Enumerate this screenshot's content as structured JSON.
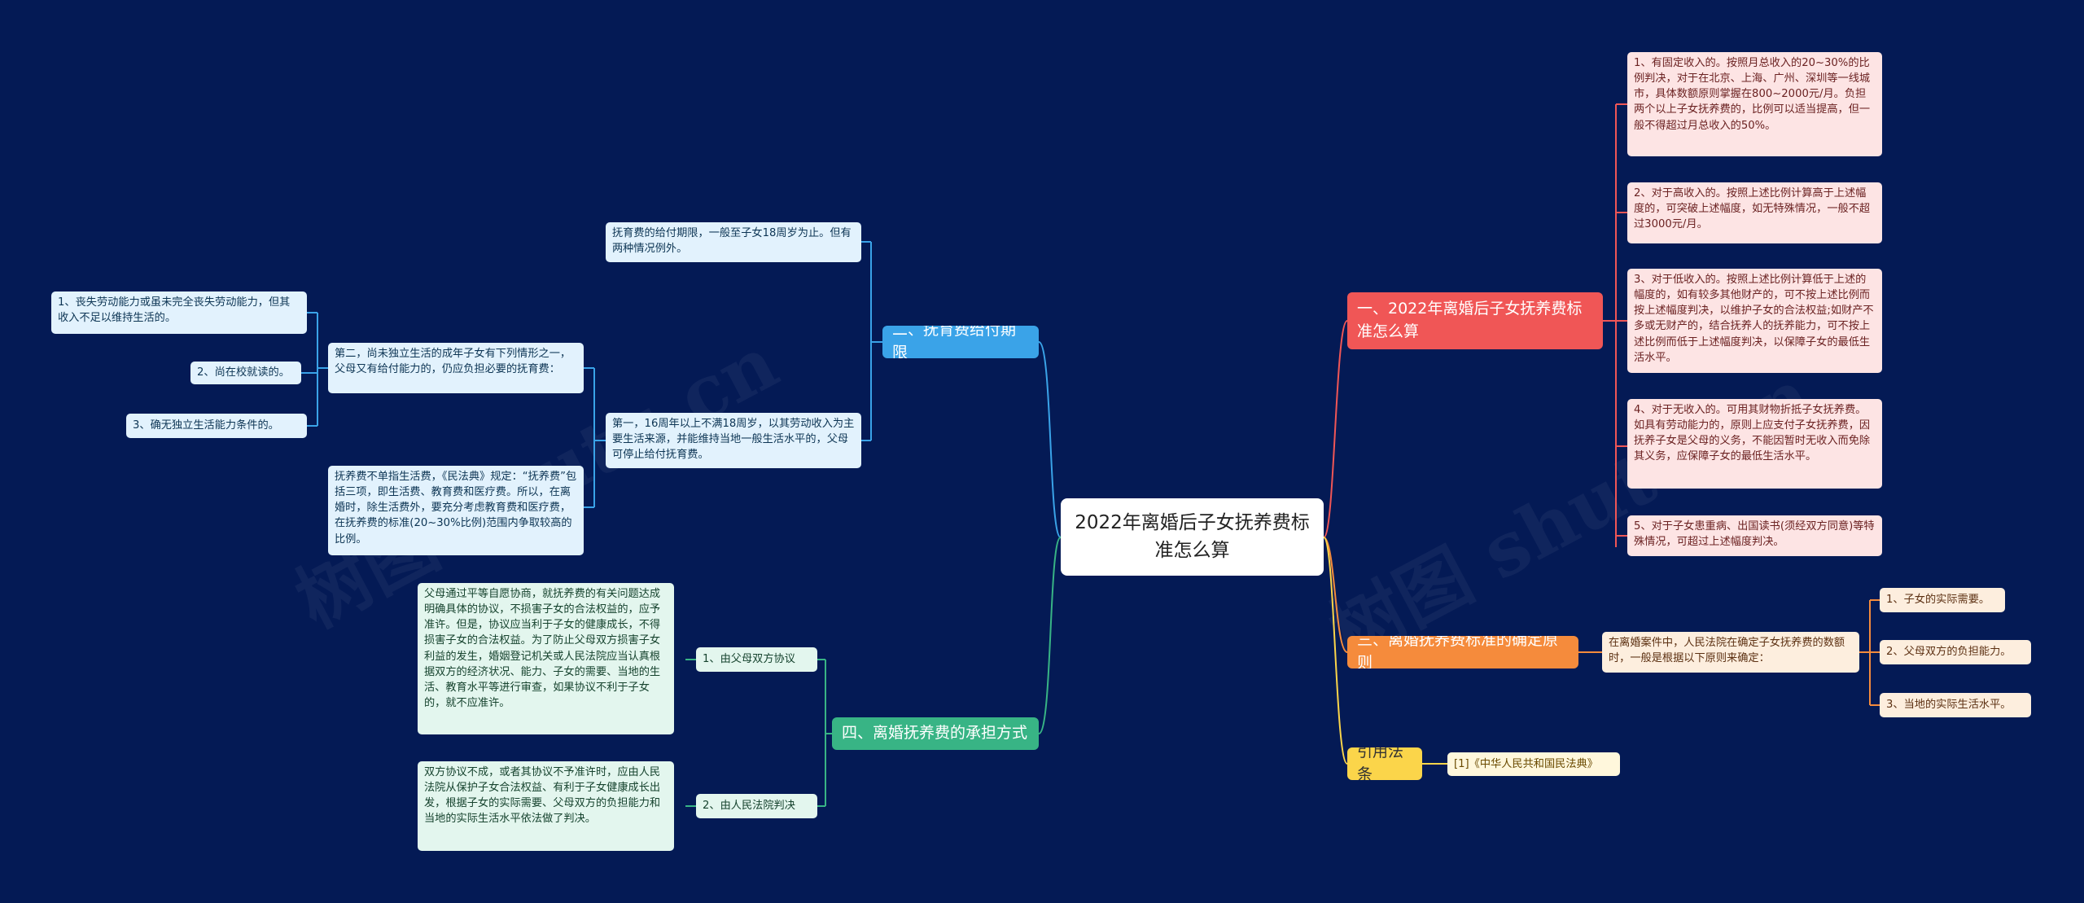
{
  "root": {
    "label": "2022年离婚后子女抚养费标准怎么算"
  },
  "branches": {
    "standard": {
      "label": "一、2022年离婚后子女抚养费标准怎么算",
      "items": [
        "1、有固定收入的。按照月总收入的20~30%的比例判决，对于在北京、上海、广州、深圳等一线城市，具体数额原则掌握在800~2000元/月。负担两个以上子女抚养费的，比例可以适当提高，但一般不得超过月总收入的50%。",
        "2、对于高收入的。按照上述比例计算高于上述幅度的，可突破上述幅度，如无特殊情况，一般不超过3000元/月。",
        "3、对于低收入的。按照上述比例计算低于上述的幅度的，如有较多其他财产的，可不按上述比例而按上述幅度判决，以维护子女的合法权益;如财产不多或无财产的，结合抚养人的抚养能力，可不按上述比例而低于上述幅度判决，以保障子女的最低生活水平。",
        "4、对于无收入的。可用其财物折抵子女抚养费。如具有劳动能力的，原则上应支付子女抚养费，因抚养子女是父母的义务，不能因暂时无收入而免除其义务，应保障子女的最低生活水平。",
        "5、对于子女患重病、出国读书(须经双方同意)等特殊情况，可超过上述幅度判决。"
      ]
    },
    "principle": {
      "label": "三、离婚抚养费标准的确定原则",
      "intro": "在离婚案件中，人民法院在确定子女抚养费的数额时，一般是根据以下原则来确定：",
      "items": [
        "1、子女的实际需要。",
        "2、父母双方的负担能力。",
        "3、当地的实际生活水平。"
      ]
    },
    "law": {
      "label": "引用法条",
      "items": [
        "[1]《中华人民共和国民法典》"
      ]
    },
    "period": {
      "label": "二、抚育费给付期限",
      "items": [
        "抚育费的给付期限，一般至子女18周岁为止。但有两种情况例外。",
        "第一，16周年以上不满18周岁，以其劳动收入为主要生活来源，并能维持当地一般生活水平的，父母可停止给付抚育费。"
      ],
      "second": "第二，尚未独立生活的成年子女有下列情形之一，父母又有给付能力的，仍应负担必要的抚育费：",
      "second_items": [
        "1、丧失劳动能力或虽未完全丧失劳动能力，但其收入不足以维持生活的。",
        "2、尚在校就读的。",
        "3、确无独立生活能力条件的。"
      ],
      "note": "抚养费不单指生活费，《民法典》规定：“抚养费”包括三项，即生活费、教育费和医疗费。所以，在离婚时，除生活费外，要充分考虑教育费和医疗费，在抚养费的标准(20~30%比例)范围内争取较高的比例。"
    },
    "burden": {
      "label": "四、离婚抚养费的承担方式",
      "ways": [
        {
          "label": "1、由父母双方协议",
          "detail": "父母通过平等自愿协商，就抚养费的有关问题达成明确具体的协议，不损害子女的合法权益的，应予准许。但是，协议应当利于子女的健康成长，不得损害子女的合法权益。为了防止父母双方损害子女利益的发生，婚姻登记机关或人民法院应当认真根据双方的经济状况、能力、子女的需要、当地的生活、教育水平等进行审查，如果协议不利于子女的，就不应准许。"
        },
        {
          "label": "2、由人民法院判决",
          "detail": "双方协议不成，或者其协议不予准许时，应由人民法院从保护子女合法权益、有利于子女健康成长出发，根据子女的实际需要、父母双方的负担能力和当地的实际生活水平依法做了判决。"
        }
      ]
    }
  },
  "colors": {
    "background": "#041a55",
    "red": "#f05656",
    "orange": "#f58b3c",
    "yellow": "#fbd54a",
    "blue": "#3aa3e8",
    "green": "#38b485"
  }
}
